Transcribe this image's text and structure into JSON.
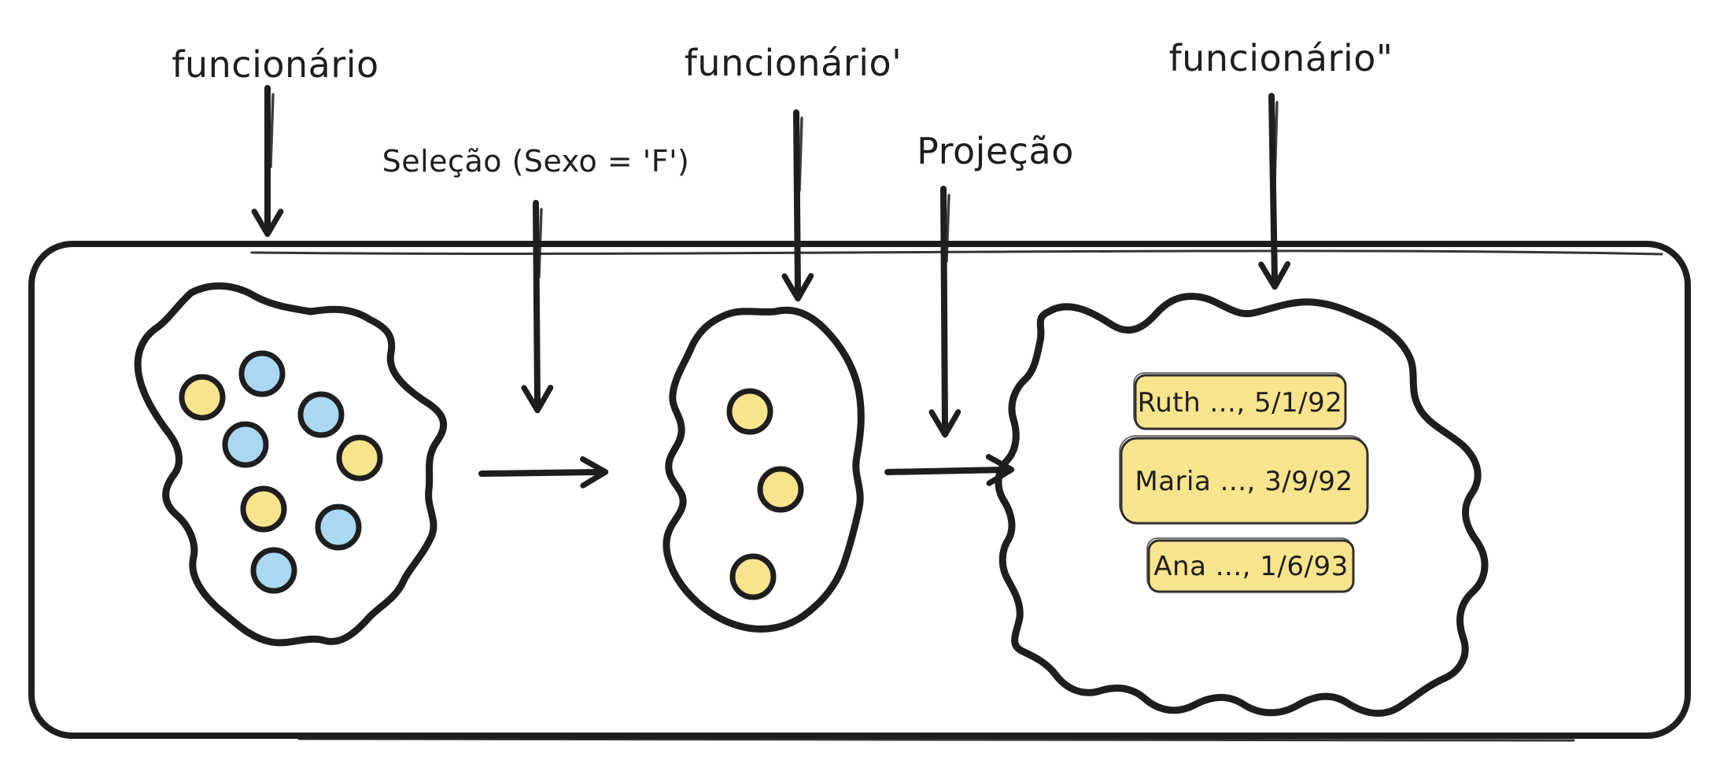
{
  "diagram": {
    "labels": {
      "relation_initial": "funcionário",
      "operation_selection": "Seleção (Sexo = 'F')",
      "relation_after_selection": "funcionário'",
      "operation_projection": "Projeção",
      "relation_after_projection": "funcionário\""
    },
    "colors": {
      "stroke": "#1e1e1e",
      "dot_yellow": "#F8E48C",
      "dot_blue": "#A9D8F3",
      "tuple_fill": "#F8E48C",
      "background": "#ffffff"
    },
    "relations": {
      "funcionario": {
        "dots": [
          "yellow",
          "blue",
          "blue",
          "blue",
          "yellow",
          "yellow",
          "blue",
          "blue"
        ]
      },
      "funcionario_prime": {
        "dots": [
          "yellow",
          "yellow",
          "yellow"
        ]
      },
      "funcionario_double_prime": {
        "tuples": [
          "Ruth ..., 5/1/92",
          "Maria ..., 3/9/92",
          "Ana ..., 1/6/93"
        ]
      }
    }
  }
}
